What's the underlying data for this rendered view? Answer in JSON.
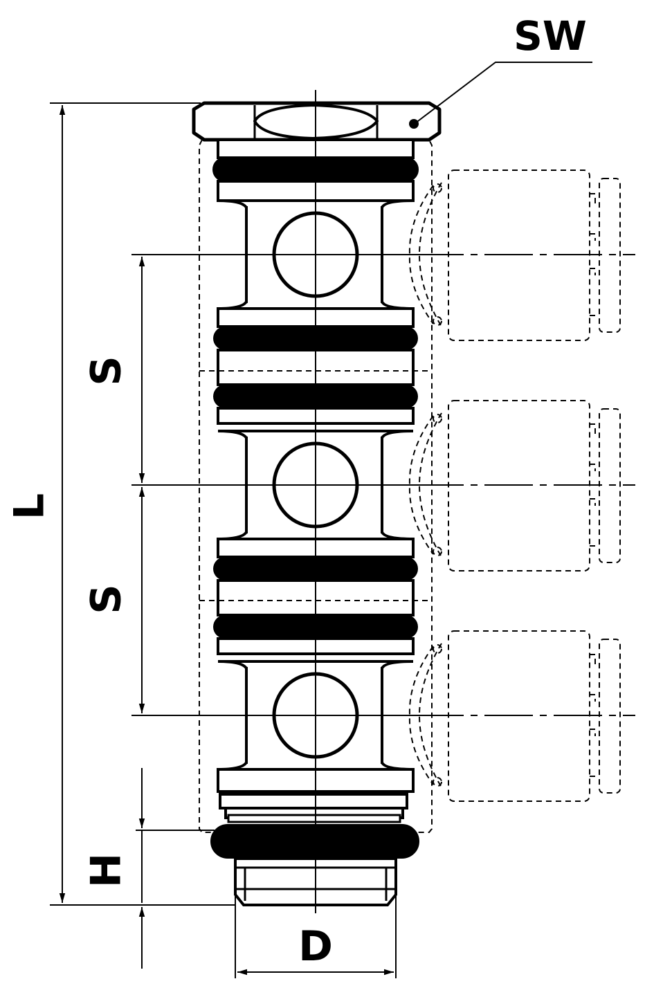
{
  "labels": {
    "sw": "SW",
    "length": "L",
    "spacing_upper": "S",
    "spacing_lower": "S",
    "height": "H",
    "diameter": "D"
  },
  "outlet_count": 3,
  "colors": {
    "line": "#000000",
    "background": "#ffffff"
  }
}
